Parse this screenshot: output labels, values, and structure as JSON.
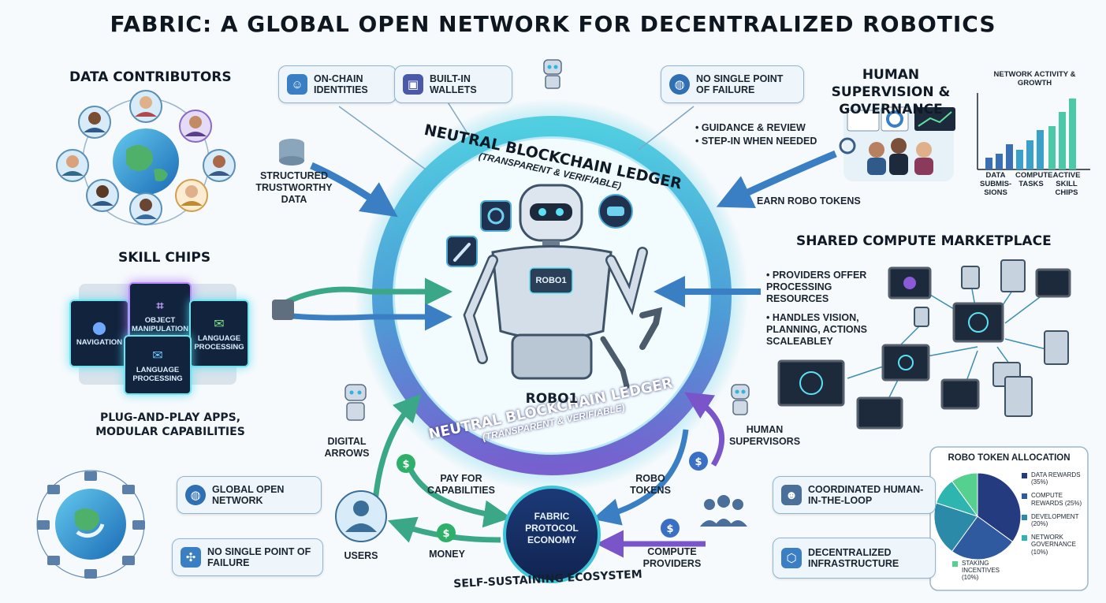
{
  "title": "FABRIC: A GLOBAL OPEN NETWORK FOR DECENTRALIZED ROBOTICS",
  "center": {
    "ledger_top": "NEUTRAL BLOCKCHAIN LEDGER",
    "ledger_top_sub": "(TRANSPARENT & VERIFIABLE)",
    "ledger_bottom": "NEUTRAL BLOCKCHAIN LEDGER",
    "ledger_bottom_sub": "(TRANSPARENT & VERIFIABLE)",
    "robot_badge": "ROBO1",
    "robot_name": "ROBO1"
  },
  "top_pills": [
    {
      "label": "ON-CHAIN IDENTITIES",
      "icon": "id-card-icon"
    },
    {
      "label": "BUILT-IN WALLETS",
      "icon": "wallet-icon"
    },
    {
      "label": "NO SINGLE POINT OF FAILURE",
      "icon": "globe-network-icon"
    }
  ],
  "data_contributors": {
    "heading": "DATA CONTRIBUTORS",
    "arrow_label": "STRUCTURED TRUSTWORTHY DATA"
  },
  "skill_chips": {
    "heading": "SKILL CHIPS",
    "chips": [
      "NAVIGATION",
      "OBJECT MANIPULATION",
      "LANGUAGE PROCESSING",
      "LANGUAGE PROCESSING"
    ],
    "caption": "PLUG-AND-PLAY APPS, MODULAR CAPABILITIES"
  },
  "human_supervision": {
    "heading": "HUMAN SUPERVISION & GOVERNANCE",
    "bullets": [
      "• GUIDANCE & REVIEW",
      "• STEP-IN WHEN NEEDED"
    ],
    "arrow_label": "EARN ROBO TOKENS"
  },
  "activity_chart": {
    "title": "NETWORK ACTIVITY & GROWTH",
    "categories": [
      "DATA SUBMIS-SIONS",
      "COMPUTE TASKS",
      "ACTIVE SKILL CHIPS"
    ]
  },
  "compute": {
    "heading": "SHARED COMPUTE MARKETPLACE",
    "bullets": [
      "• PROVIDERS OFFER PROCESSING RESOURCES",
      "• HANDLES VISION, PLANNING, ACTIONS SCALEABLEY"
    ]
  },
  "economy": {
    "center": "FABRIC PROTOCOL ECONOMY",
    "caption": "SELF-SUSTAINING ECOSYSTEM",
    "labels": {
      "digital_arrows": "DIGITAL ARROWS",
      "pay": "PAY FOR CAPABILITIES",
      "robo_tokens": "ROBO TOKENS",
      "human_supervisors": "HUMAN SUPERVISORS",
      "users": "USERS",
      "money": "MONEY",
      "compute_providers": "COMPUTE PROVIDERS"
    }
  },
  "bottom_left_pills": [
    {
      "label": "GLOBAL OPEN NETWORK",
      "icon": "globe-icon"
    },
    {
      "label": "NO SINGLE POINT OF FAILURE",
      "icon": "network-nodes-icon"
    }
  ],
  "bottom_right_pills": [
    {
      "label": "COORDINATED HUMAN-IN-THE-LOOP",
      "icon": "person-gear-icon"
    },
    {
      "label": "DECENTRALIZED INFRASTRUCTURE",
      "icon": "cube-network-icon"
    }
  ],
  "chart_data": {
    "type": "pie",
    "title": "ROBO TOKEN ALLOCATION",
    "slices": [
      {
        "label": "DATA REWARDS",
        "value_text": "(35%)",
        "value": 35,
        "color": "#253b80"
      },
      {
        "label": "COMPUTE REWARDS",
        "value_text": "(25%)",
        "value": 25,
        "color": "#2f5aa0"
      },
      {
        "label": "DEVELOPMENT",
        "value_text": "(20%)",
        "value": 20,
        "color": "#2a8aa8"
      },
      {
        "label": "NETWORK GOVERNANCE",
        "value_text": "(10%)",
        "value": 10,
        "color": "#2fb5b0"
      },
      {
        "label": "STAKING INCENTIVES",
        "value_text": "(10%)",
        "value": 10,
        "color": "#55d08f"
      }
    ]
  }
}
